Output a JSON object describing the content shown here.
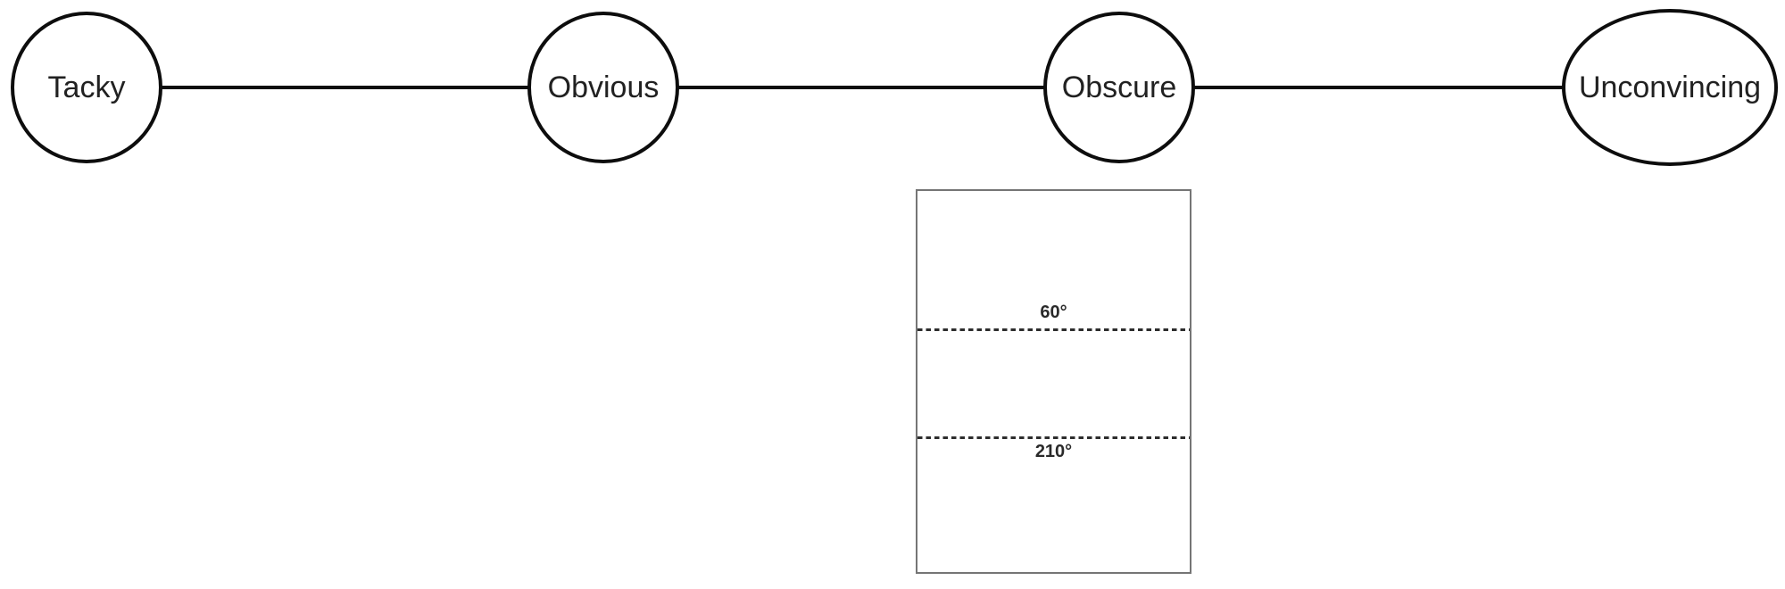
{
  "diagram": {
    "nodes": [
      {
        "id": "tacky",
        "label": "Tacky",
        "shape": "circle"
      },
      {
        "id": "obvious",
        "label": "Obvious",
        "shape": "circle"
      },
      {
        "id": "obscure",
        "label": "Obscure",
        "shape": "circle"
      },
      {
        "id": "unconvincing",
        "label": "Unconvincing",
        "shape": "ellipse"
      }
    ],
    "edges": [
      {
        "from": "Tacky",
        "to": "Obvious"
      },
      {
        "from": "Obvious",
        "to": "Obscure"
      },
      {
        "from": "Obscure",
        "to": "Unconvincing"
      }
    ],
    "angle_box": {
      "labels": {
        "upper": "60°",
        "lower": "210°"
      }
    },
    "colors": {
      "node_stroke": "#0d0d0d",
      "edge_stroke": "#0d0d0d",
      "box_border": "#757575",
      "dash_color": "#2d2d2d",
      "text": "#212121",
      "background": "#ffffff"
    }
  }
}
